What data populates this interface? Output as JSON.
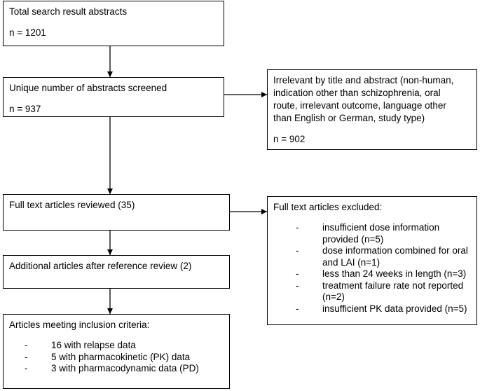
{
  "boxes": {
    "total": {
      "title": "Total search result abstracts",
      "count": "n = 1201"
    },
    "unique": {
      "title": "Unique number of abstracts screened",
      "count": "n = 937"
    },
    "irrelevant": {
      "lines": [
        "Irrelevant by title and abstract (non-human,",
        "indication other than schizophrenia, oral",
        "route, irrelevant outcome, language other",
        "than English or German, study type)"
      ],
      "count": "n = 902"
    },
    "fulltext": {
      "title": "Full text articles reviewed (35)"
    },
    "excluded": {
      "title": "Full text articles excluded:",
      "items": [
        {
          "dash": "-",
          "lines": [
            "insufficient dose information",
            "provided (n=5)"
          ]
        },
        {
          "dash": "-",
          "lines": [
            "dose information combined for oral",
            "and LAI (n=1)"
          ]
        },
        {
          "dash": "-",
          "lines": [
            "less than 24 weeks in length (n=3)"
          ]
        },
        {
          "dash": "-",
          "lines": [
            "treatment failure rate not reported",
            "(n=2)"
          ]
        },
        {
          "dash": "-",
          "lines": [
            "insufficient PK data provided (n=5)"
          ]
        }
      ]
    },
    "additional": {
      "title": "Additional articles after reference review (2)"
    },
    "meeting": {
      "title": "Articles meeting inclusion criteria:",
      "items": [
        {
          "dash": "-",
          "text": "16 with relapse data"
        },
        {
          "dash": "-",
          "text": "5 with pharmacokinetic (PK) data"
        },
        {
          "dash": "-",
          "text": "3 with pharmacodynamic data (PD)"
        }
      ]
    }
  }
}
